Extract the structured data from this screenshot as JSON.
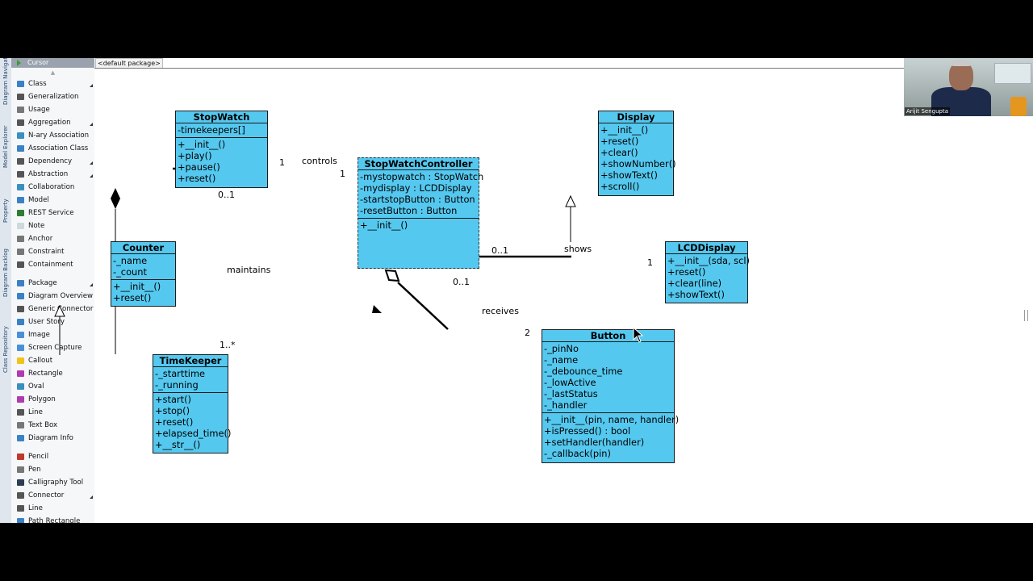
{
  "breadcrumb": "<default package>",
  "side_tabs": [
    "Diagram Navigator",
    "Model Explorer",
    "Property",
    "Diagram Backlog",
    "Class Repository"
  ],
  "palette": {
    "cursor_label": "Cursor",
    "items": [
      {
        "label": "Class",
        "icon": "class-icon",
        "color": "#3b82c4"
      },
      {
        "label": "Generalization",
        "icon": "generalization-icon",
        "color": "#555555"
      },
      {
        "label": "Usage",
        "icon": "usage-icon",
        "color": "#777777"
      },
      {
        "label": "Aggregation",
        "icon": "aggregation-icon",
        "color": "#555555"
      },
      {
        "label": "N-ary Association",
        "icon": "nary-association-icon",
        "color": "#3a8fc0"
      },
      {
        "label": "Association Class",
        "icon": "association-class-icon",
        "color": "#3b82c4"
      },
      {
        "label": "Dependency",
        "icon": "dependency-icon",
        "color": "#555555"
      },
      {
        "label": "Abstraction",
        "icon": "abstraction-icon",
        "color": "#555555"
      },
      {
        "label": "Collaboration",
        "icon": "collaboration-icon",
        "color": "#3a8fc0"
      },
      {
        "label": "Model",
        "icon": "model-icon",
        "color": "#3b82c4"
      },
      {
        "label": "REST Service",
        "icon": "rest-service-icon",
        "color": "#2e7d32"
      },
      {
        "label": "Note",
        "icon": "note-icon",
        "color": "#cfd8dc"
      },
      {
        "label": "Anchor",
        "icon": "anchor-icon",
        "color": "#777777"
      },
      {
        "label": "Constraint",
        "icon": "constraint-icon",
        "color": "#777777"
      },
      {
        "label": "Containment",
        "icon": "containment-icon",
        "color": "#555555"
      },
      {
        "label": "Package",
        "icon": "package-icon",
        "color": "#3b82c4"
      },
      {
        "label": "Diagram Overview",
        "icon": "diagram-overview-icon",
        "color": "#3b82c4"
      },
      {
        "label": "Generic Connector",
        "icon": "generic-connector-icon",
        "color": "#555555"
      },
      {
        "label": "User Story",
        "icon": "user-story-icon",
        "color": "#3b82c4"
      },
      {
        "label": "Image",
        "icon": "image-icon",
        "color": "#4a90d9"
      },
      {
        "label": "Screen Capture",
        "icon": "screen-capture-icon",
        "color": "#4a90d9"
      },
      {
        "label": "Callout",
        "icon": "callout-icon",
        "color": "#f0c419"
      },
      {
        "label": "Rectangle",
        "icon": "rectangle-icon",
        "color": "#b03bb0"
      },
      {
        "label": "Oval",
        "icon": "oval-icon",
        "color": "#3a8fc0"
      },
      {
        "label": "Polygon",
        "icon": "polygon-icon",
        "color": "#b03bb0"
      },
      {
        "label": "Line",
        "icon": "line-icon",
        "color": "#555555"
      },
      {
        "label": "Text Box",
        "icon": "text-box-icon",
        "color": "#777777"
      },
      {
        "label": "Diagram Info",
        "icon": "diagram-info-icon",
        "color": "#3b82c4"
      },
      {
        "label": "Pencil",
        "icon": "pencil-icon",
        "color": "#c0392b"
      },
      {
        "label": "Pen",
        "icon": "pen-icon",
        "color": "#777777"
      },
      {
        "label": "Calligraphy Tool",
        "icon": "calligraphy-tool-icon",
        "color": "#2c3e50"
      },
      {
        "label": "Connector",
        "icon": "connector-icon",
        "color": "#555555"
      },
      {
        "label": "Line",
        "icon": "line-icon",
        "color": "#555555"
      },
      {
        "label": "Path Rectangle",
        "icon": "path-rectangle-icon",
        "color": "#3b82c4"
      }
    ]
  },
  "classes": {
    "stopwatch": {
      "name": "StopWatch",
      "attributes": [
        "-timekeepers[]"
      ],
      "operations": [
        "+__init__()",
        "+play()",
        "+pause()",
        "+reset()"
      ]
    },
    "controller": {
      "name": "StopWatchController",
      "attributes": [
        "-mystopwatch : StopWatch",
        "-mydisplay : LCDDisplay",
        "-startstopButton : Button",
        "-resetButton : Button"
      ],
      "operations": [
        "+__init__()"
      ]
    },
    "display": {
      "name": "Display",
      "attributes": [],
      "operations": [
        "+__init__()",
        "+reset()",
        "+clear()",
        "+showNumber()",
        "+showText()",
        "+scroll()"
      ]
    },
    "counter": {
      "name": "Counter",
      "attributes": [
        "-_name",
        "-_count"
      ],
      "operations": [
        "+__init__()",
        "+reset()"
      ]
    },
    "lcd": {
      "name": "LCDDisplay",
      "attributes": [],
      "operations": [
        "+__init__(sda, scl)",
        "+reset()",
        "+clear(line)",
        "+showText()"
      ]
    },
    "timekeeper": {
      "name": "TimeKeeper",
      "attributes": [
        "-_starttime",
        "-_running"
      ],
      "operations": [
        "+start()",
        "+stop()",
        "+reset()",
        "+elapsed_time()",
        "+__str__()"
      ]
    },
    "button": {
      "name": "Button",
      "attributes": [
        "-_pinNo",
        "-_name",
        "-_debounce_time",
        "-_lowActive",
        "-_lastStatus",
        "-_handler"
      ],
      "operations": [
        "+__init__(pin, name, handler)",
        "+isPressed() : bool",
        "+setHandler(handler)",
        "-_callback(pin)"
      ]
    }
  },
  "associations": {
    "controls": {
      "name": "controls",
      "mult_a": "1",
      "mult_b": "1"
    },
    "maintains": {
      "name": "maintains",
      "mult_a": "0..1",
      "mult_b": "1..*"
    },
    "shows": {
      "name": "shows",
      "mult_a": "0..1",
      "mult_b": "1"
    },
    "receives": {
      "name": "receives",
      "mult_a": "0..1",
      "mult_b": "2"
    }
  },
  "video": {
    "participant": "Arijit Sengupta"
  },
  "colors": {
    "class_fill": "#55c8ef",
    "edge": "#000000"
  }
}
